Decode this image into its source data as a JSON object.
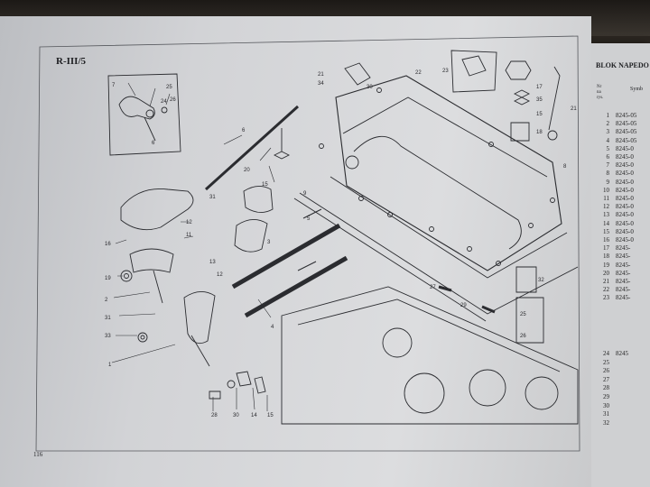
{
  "page": {
    "section_code": "R-III/5",
    "page_number": "116"
  },
  "parts_table": {
    "title": "BLOK NAPEDO",
    "col_nr": "Nr\nna\nrys.",
    "col_symbol": "Symb",
    "rows": [
      {
        "nr": "1",
        "code": "8245-05"
      },
      {
        "nr": "2",
        "code": "8245-05"
      },
      {
        "nr": "3",
        "code": "8245-05"
      },
      {
        "nr": "4",
        "code": "8245-05"
      },
      {
        "nr": "5",
        "code": "8245-0"
      },
      {
        "nr": "6",
        "code": "8245-0"
      },
      {
        "nr": "7",
        "code": "8245-0"
      },
      {
        "nr": "8",
        "code": "8245-0"
      },
      {
        "nr": "9",
        "code": "8245-0"
      },
      {
        "nr": "10",
        "code": "8245-0"
      },
      {
        "nr": "11",
        "code": "8245-0"
      },
      {
        "nr": "12",
        "code": "8245-0"
      },
      {
        "nr": "13",
        "code": "8245-0"
      },
      {
        "nr": "14",
        "code": "8245-0"
      },
      {
        "nr": "15",
        "code": "8245-0"
      },
      {
        "nr": "16",
        "code": "8245-0"
      },
      {
        "nr": "17",
        "code": "8245-"
      },
      {
        "nr": "18",
        "code": "8245-"
      },
      {
        "nr": "19",
        "code": "8245-"
      },
      {
        "nr": "20",
        "code": "8245-"
      },
      {
        "nr": "21",
        "code": "8245-"
      },
      {
        "nr": "22",
        "code": "8245-"
      },
      {
        "nr": "23",
        "code": "8245-"
      },
      {
        "nr": "24",
        "code": "8245"
      },
      {
        "nr": "25",
        "code": ""
      },
      {
        "nr": "26",
        "code": ""
      },
      {
        "nr": "27",
        "code": ""
      },
      {
        "nr": "28",
        "code": ""
      },
      {
        "nr": "29",
        "code": ""
      },
      {
        "nr": "30",
        "code": ""
      },
      {
        "nr": "31",
        "code": ""
      },
      {
        "nr": "32",
        "code": ""
      }
    ]
  },
  "callouts": {
    "c7": "7",
    "c24": "24",
    "c25": "25",
    "c26": "26",
    "c6": "6",
    "c6b": "6",
    "c20": "20",
    "c15": "15",
    "c31": "31",
    "c16": "16",
    "c12": "12",
    "c11": "11",
    "c19": "19",
    "c2": "2",
    "c13": "13",
    "c12b": "12",
    "c3": "3",
    "c9": "9",
    "c31b": "31",
    "c33": "33",
    "c1": "1",
    "c4": "4",
    "c21": "21",
    "c34": "34",
    "c30": "30",
    "c22": "22",
    "c23": "23",
    "c17": "17",
    "c35": "35",
    "c15b": "15",
    "c18": "18",
    "c21b": "21",
    "c8": "8",
    "c27": "27",
    "c32": "32",
    "c29": "29",
    "c25b": "25",
    "c26b": "26",
    "c28": "28",
    "c30b": "30",
    "c14": "14",
    "c15c": "15",
    "c5": "5"
  }
}
